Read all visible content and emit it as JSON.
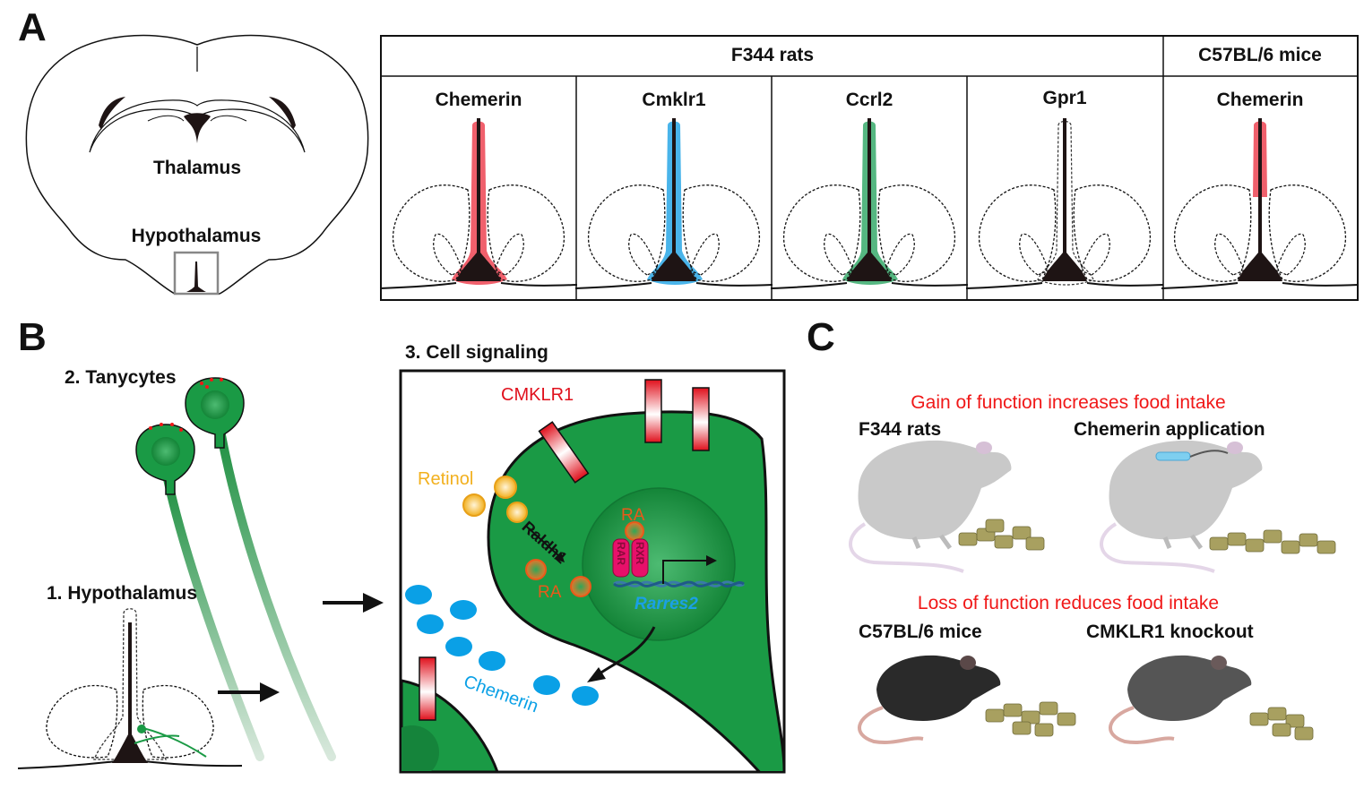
{
  "panel_a": {
    "letter": "A",
    "brain_labels": {
      "thalamus": "Thalamus",
      "hypothalamus": "Hypothalamus"
    },
    "species_headers": [
      "F344 rats",
      "C57BL/6 mice"
    ],
    "genes": [
      {
        "name": "Chemerin",
        "color": "#f0606c"
      },
      {
        "name": "Cmklr1",
        "color": "#49b4ea"
      },
      {
        "name": "Ccrl2",
        "color": "#55b781"
      },
      {
        "name": "Gpr1",
        "color": "none"
      },
      {
        "name": "Chemerin",
        "color": "#f0606c"
      }
    ]
  },
  "panel_b": {
    "letter": "B",
    "step1": "1. Hypothalamus",
    "step2": "2. Tanycytes",
    "step3": "3. Cell signaling",
    "receptor": "CMKLR1",
    "retinol": "Retinol",
    "enzyme": "Raldh1",
    "ra": "RA",
    "rar": "RAR",
    "rxr": "RXR",
    "gene": "Rarres2",
    "ligand": "Chemerin",
    "colors": {
      "cell": "#1a9a45",
      "chemerin": "#0aa0e6",
      "retinol": "#f2b01e",
      "ra": "#e85a1a",
      "receptor": "#e0101c"
    }
  },
  "panel_c": {
    "letter": "C",
    "gain_heading": "Gain of function increases food intake",
    "loss_heading": "Loss of function reduces food intake",
    "gain_labels": [
      "F344 rats",
      "Chemerin application"
    ],
    "loss_labels": [
      "C57BL/6 mice",
      "CMKLR1 knockout"
    ]
  }
}
